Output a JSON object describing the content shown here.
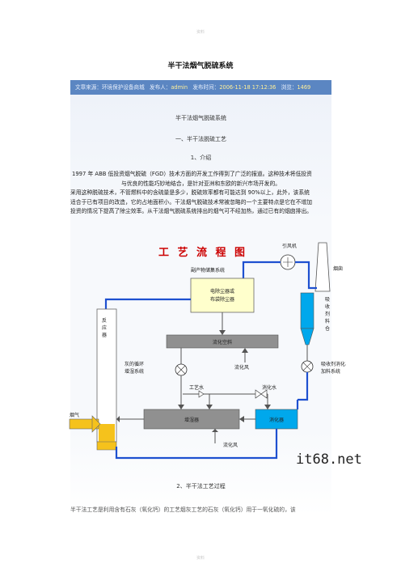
{
  "page_mark": "资料",
  "title": "半干法烟气脱硫系统",
  "meta": {
    "source_label": "文章来源：",
    "source_value": "环境保护设备商城",
    "author_label": "发布人：",
    "author_value": "admin",
    "time_label": "发布时间：",
    "time_value": "2006-11-18 17:12:36",
    "views_label": "浏览：",
    "views_value": "1469"
  },
  "subtitle": "半干法烟气脱硫系统",
  "section1": "一、半干法脱硫工艺",
  "subsection1": "1、介绍",
  "para1": [
    "1997 年 ABB 低投资烟气脱硫（FGD）技术方面的开发工作得到了广泛的报道。这种技术将低投资",
    "与优良的性能巧妙地结合，是针对亚洲和东欧的新兴市场开发的。"
  ],
  "para2": [
    "采用这种脱硫技术，不管燃料中的含硫量是多少，脱硫效率都有可能达到 90%以上，此外，该系统",
    "适合于已有项目的改造，它的占地面积小。干法烟气脱硫技术常被忽略的一个主要特点是它在不增加",
    "投资的情况下提高了除尘效率。从干法烟气脱硫系统排出的烟气可不经加热，通过已有的烟囱排出。"
  ],
  "diagram": {
    "title": "工 艺 流 程 图",
    "labels": {
      "byproduct": "副产物储集系统",
      "fan": "引风机",
      "chimney": "烟囱",
      "precipitator_1": "电除尘器或",
      "precipitator_2": "布袋除尘器",
      "reactor": "反应器",
      "fluidize_slot": "流化空斜",
      "fluid_air_1": "流化风",
      "ash_recycle_1": "灰的循环",
      "ash_recycle_2": "增湿系统",
      "process_water": "工艺水",
      "digest_water": "消化水",
      "absorbent_bin": "吸收剂料仓",
      "absorbent_feed_1": "吸收剂消化、",
      "absorbent_feed_2": "加料系统",
      "flue_gas": "烟气",
      "humidifier": "增湿器",
      "digester": "消化器",
      "fluid_air_2": "流化风"
    }
  },
  "watermark": "it68.net",
  "section2": "2、半干法工艺过程",
  "cut_line": "半干法工艺是利用含有石灰（氧化钙）的工艺烟灰工艺的石灰（氧化钙）用于一氧化硫的，该",
  "colors": {
    "meta_bar": "#5b86c2",
    "title_red": "#cc0000",
    "precipitator_fill": "#ffffcc",
    "reactor_fill": "#f5c21c",
    "gray_box": "#909090",
    "digester_fill": "#00a8ec",
    "pipe_blue": "#1e50d0"
  }
}
